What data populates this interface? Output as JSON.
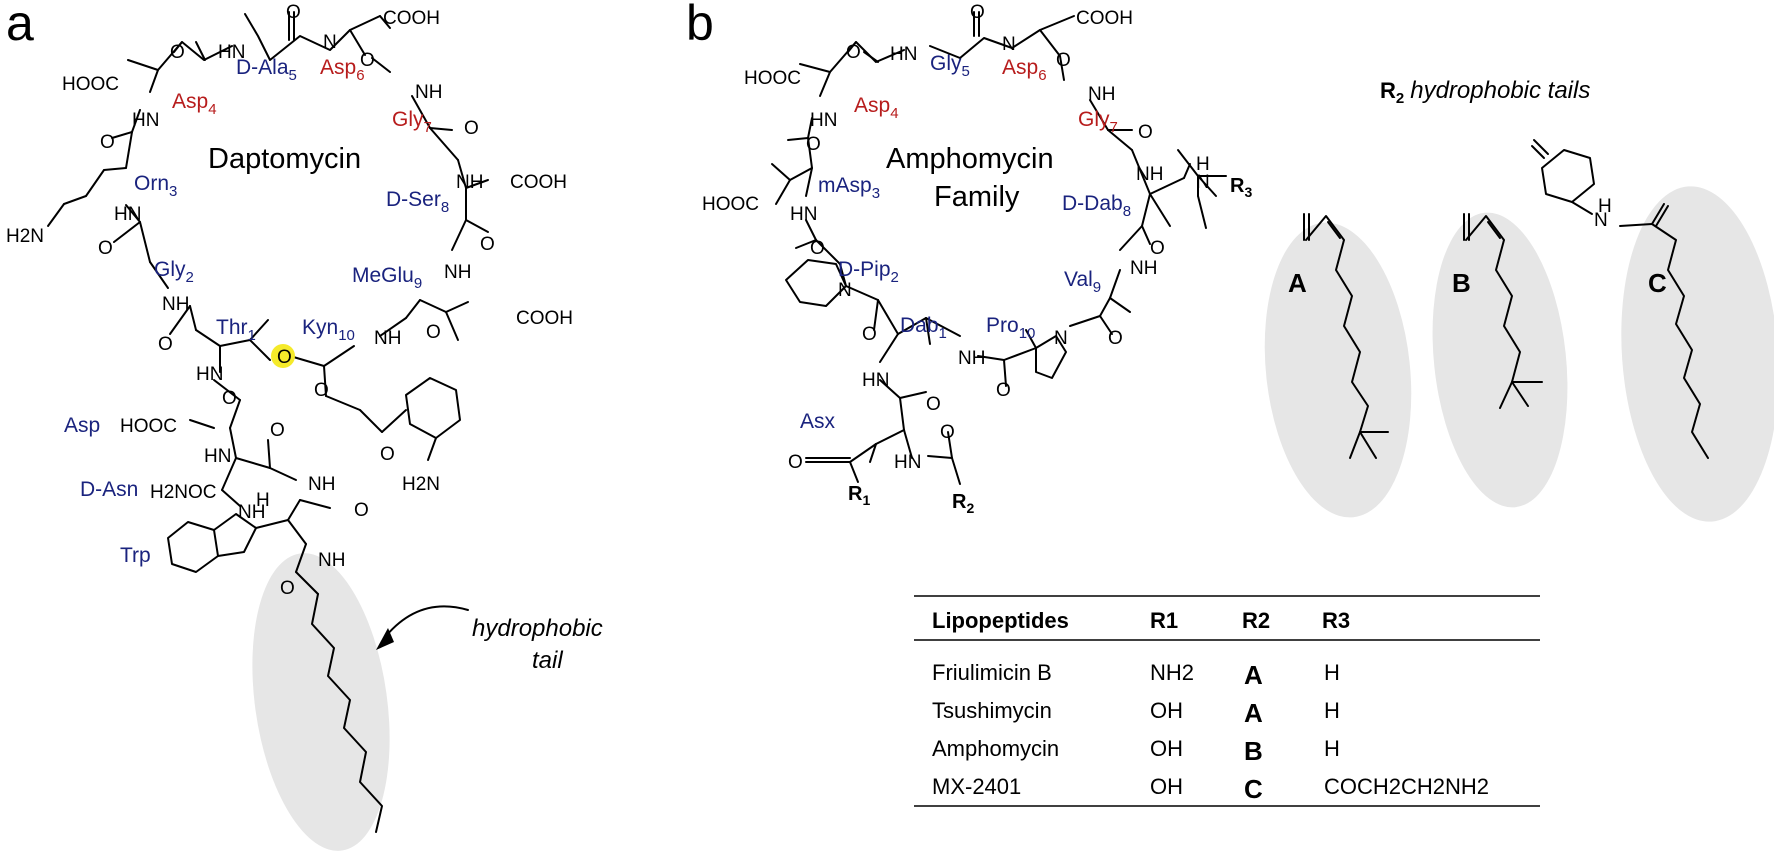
{
  "panels": {
    "a": "a",
    "b": "b"
  },
  "daptomycin": {
    "name": "Daptomycin",
    "hydrophobic_tail_line1": "hydrophobic",
    "hydrophobic_tail_line2": "tail",
    "residues": {
      "ala": "D-Ala",
      "ala_n": "5",
      "asp6": "Asp",
      "asp6_n": "6",
      "asp4": "Asp",
      "asp4_n": "4",
      "gly7": "Gly",
      "gly7_n": "7",
      "orn": "Orn",
      "orn_n": "3",
      "ser": "D-Ser",
      "ser_n": "8",
      "gly2": "Gly",
      "gly2_n": "2",
      "meglu": "MeGlu",
      "meglu_n": "9",
      "thr": "Thr",
      "thr_n": "1",
      "kyn": "Kyn",
      "kyn_n": "10",
      "asp": "Asp",
      "dasn": "D-Asn",
      "trp": "Trp"
    },
    "groups": {
      "cooh": "COOH",
      "hooc": "HOOC",
      "nh": "NH",
      "hn": "HN",
      "h2n": "H2N",
      "h2noc": "H2NOC",
      "o": "O",
      "n": "N",
      "h": "H",
      "h2n_small": "H2N"
    }
  },
  "amphomycin": {
    "name_line1": "Amphomycin",
    "name_line2": "Family",
    "residues": {
      "gly5": "Gly",
      "gly5_n": "5",
      "asp6": "Asp",
      "asp6_n": "6",
      "asp4": "Asp",
      "asp4_n": "4",
      "gly7": "Gly",
      "gly7_n": "7",
      "masp": "mAsp",
      "masp_n": "3",
      "ddab": "D-Dab",
      "ddab_n": "8",
      "dpip": "D-Pip",
      "dpip_n": "2",
      "val": "Val",
      "val_n": "9",
      "dab": "Dab",
      "dab_n": "1",
      "pro": "Pro",
      "pro_n": "10",
      "asx": "Asx"
    },
    "r_labels": {
      "r1": "R",
      "r1_n": "1",
      "r2": "R",
      "r2_n": "2",
      "r3": "R",
      "r3_n": "3"
    }
  },
  "tails": {
    "title_r": "R",
    "title_r_n": "2",
    "title_rest": "hydrophobic tails",
    "labels": [
      "A",
      "B",
      "C"
    ]
  },
  "table": {
    "headers": [
      "Lipopeptides",
      "R1",
      "R2",
      "R3"
    ],
    "rows": [
      {
        "name": "Friulimicin B",
        "r1": "NH2",
        "r2": "A",
        "r3": "H"
      },
      {
        "name": "Tsushimycin",
        "r1": "OH",
        "r2": "A",
        "r3": "H"
      },
      {
        "name": "Amphomycin",
        "r1": "OH",
        "r2": "B",
        "r3": "H"
      },
      {
        "name": "MX-2401",
        "r1": "OH",
        "r2": "C",
        "r3": "COCH2CH2NH2"
      }
    ]
  },
  "colors": {
    "blue_residue": "#1a237e",
    "red_residue": "#b71c1c",
    "highlight": "#f5ea2a",
    "tail_shade": "#e6e6e6"
  }
}
